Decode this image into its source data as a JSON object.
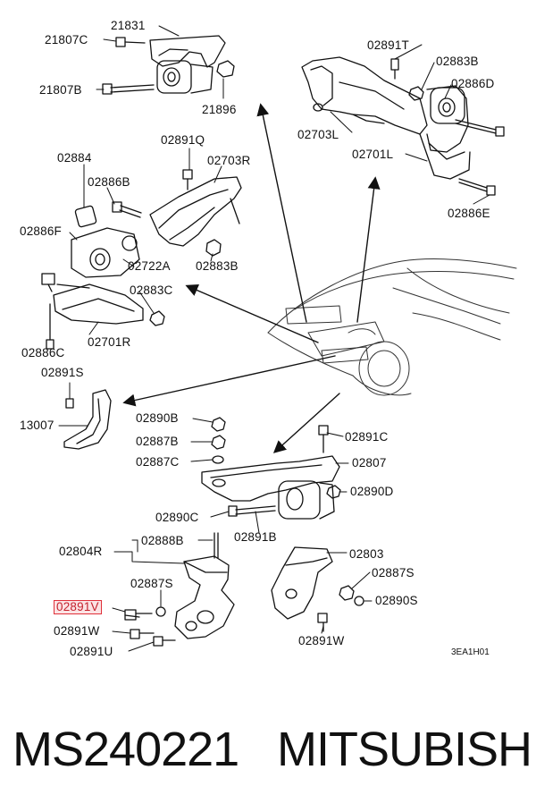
{
  "diagram": {
    "labels": {
      "l21831": "21831",
      "l21807C": "21807C",
      "l21807B": "21807B",
      "l21896": "21896",
      "l02891T": "02891T",
      "l02883B_top": "02883B",
      "l02886D": "02886D",
      "l02703L": "02703L",
      "l02701L": "02701L",
      "l02886E": "02886E",
      "l02891Q": "02891Q",
      "l02884": "02884",
      "l02703R": "02703R",
      "l02886B": "02886B",
      "l02886F": "02886F",
      "l02722A": "02722A",
      "l02883B_mid": "02883B",
      "l02883C": "02883C",
      "l02886C": "02886C",
      "l02701R": "02701R",
      "l02891S": "02891S",
      "l13007": "13007",
      "l02890B": "02890B",
      "l02887B": "02887B",
      "l02887C": "02887C",
      "l02891C": "02891C",
      "l02807": "02807",
      "l02890D": "02890D",
      "l02890C": "02890C",
      "l02891B": "02891B",
      "l02804R": "02804R",
      "l02888B": "02888B",
      "l02803": "02803",
      "l02887S_left": "02887S",
      "l02887S_right": "02887S",
      "l02890S": "02890S",
      "l02891V": "02891V",
      "l02891W_left": "02891W",
      "l02891U": "02891U",
      "l02891W_right": "02891W"
    },
    "diagram_code": "3EA1H01"
  },
  "footer": {
    "part_number": "MS240221",
    "brand": "MITSUBISHI"
  },
  "colors": {
    "highlight_border": "#e0303a",
    "highlight_fill": "#fbe3e4"
  }
}
